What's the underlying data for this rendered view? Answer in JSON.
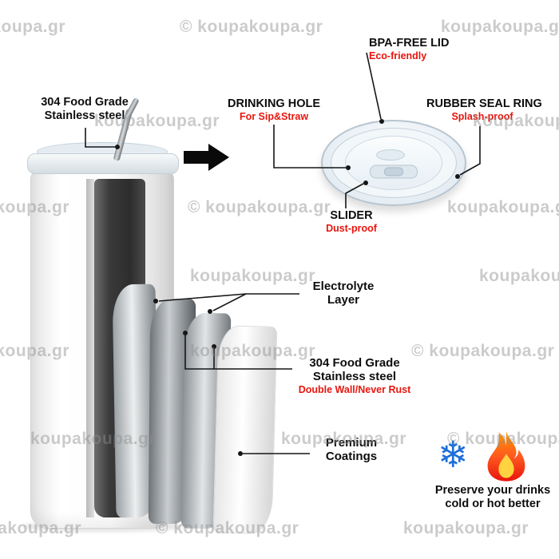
{
  "watermark": {
    "text": "koupakoupa.gr",
    "copyright_text": "© koupakoupa.gr"
  },
  "callouts": {
    "steel_top": {
      "line1": "304 Food Grade",
      "line2": "Stainless steel"
    },
    "bpa_free_lid": {
      "title": "BPA-FREE LID",
      "subtitle": "Eco-friendly"
    },
    "drinking_hole": {
      "title": "DRINKING HOLE",
      "subtitle": "For Sip&Straw"
    },
    "rubber_seal_ring": {
      "title": "RUBBER SEAL RING",
      "subtitle": "Splash-proof"
    },
    "slider": {
      "title": "SLIDER",
      "subtitle": "Dust-proof"
    },
    "electrolyte_layer": {
      "line1": "Electrolyte",
      "line2": "Layer"
    },
    "steel_double_wall": {
      "line1": "304 Food Grade",
      "line2": "Stainless steel",
      "subtitle": "Double Wall/Never Rust"
    },
    "premium_coatings": {
      "line1": "Premium",
      "line2": "Coatings"
    },
    "preserve": {
      "line1": "Preserve your drinks",
      "line2": "cold or hot better"
    }
  },
  "icons": {
    "snowflake": "❄"
  },
  "colors": {
    "label_red": "#e8150d",
    "label_black": "#0d0d0d",
    "snowflake_blue": "#1e6fd9",
    "flame_orange": "#ff6a00",
    "flame_red": "#e8150d",
    "watermark_gray": "#8e8e8e"
  }
}
